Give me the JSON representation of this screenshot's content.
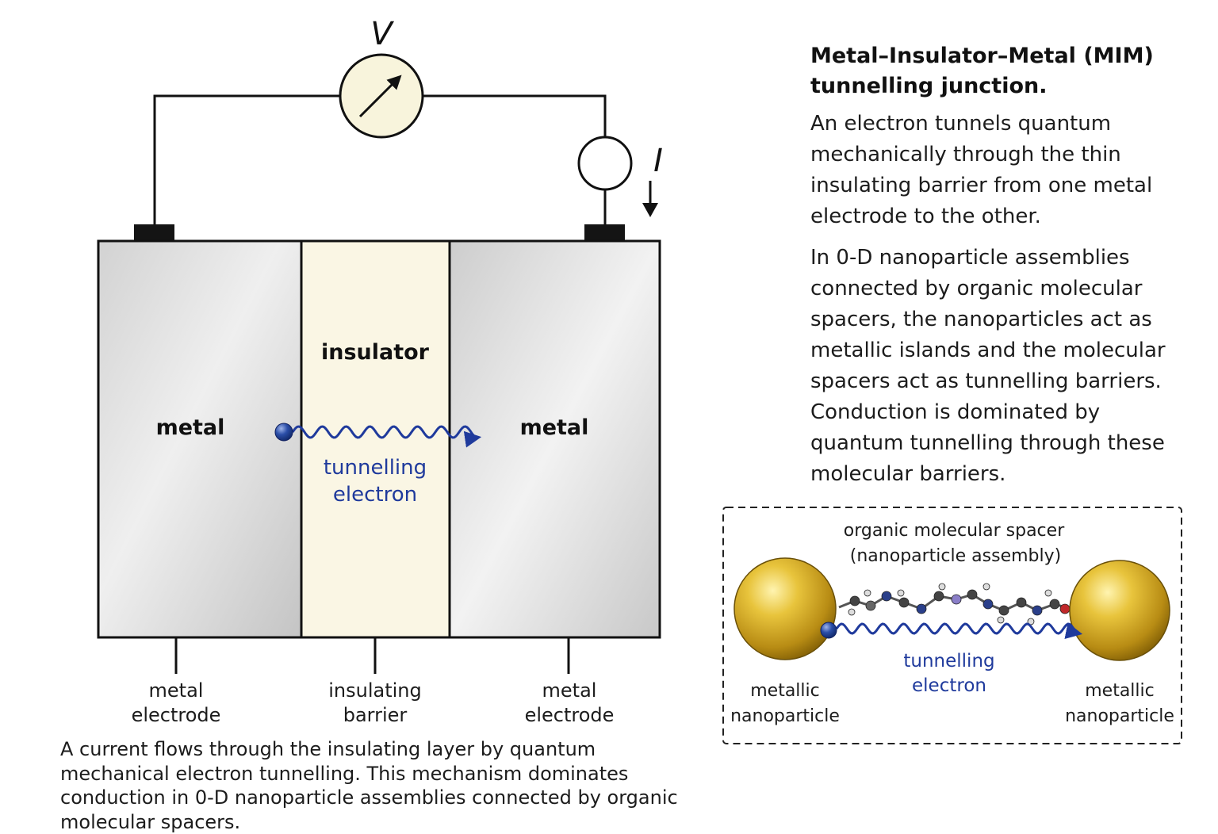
{
  "circuit": {
    "voltage_symbol": "V",
    "current_symbol": "I"
  },
  "junction": {
    "left_layer_label": "metal",
    "middle_layer_label": "insulator",
    "right_layer_label": "metal",
    "electron_label_line1": "tunnelling",
    "electron_label_line2": "electron"
  },
  "bottom_labels": {
    "left_line1": "metal",
    "left_line2": "electrode",
    "middle_line1": "insulating",
    "middle_line2": "barrier",
    "right_line1": "metal",
    "right_line2": "electrode"
  },
  "caption": "A current flows through the insulating layer by quantum mechanical electron tunnelling. This mechanism dominates conduction in 0-D nanoparticle assemblies connected by organic molecular spacers.",
  "side_panel": {
    "title": "Metal–Insulator–Metal (MIM) tunnelling junction.",
    "paragraph1": "An electron tunnels quantum mechanically through the thin insulating barrier from one metal electrode to the other.",
    "paragraph2": "In 0-D nanoparticle assemblies connected by organic molecular spacers, the nanoparticles act as metallic islands and the molecular spacers act as tunnelling barriers. Conduction is dominated by quantum tunnelling through these molecular barriers."
  },
  "inset": {
    "spacer_label_line1": "organic molecular spacer",
    "spacer_label_line2": "(nanoparticle assembly)",
    "electron_label_line1": "tunnelling",
    "electron_label_line2": "electron",
    "left_particle_line1": "metallic",
    "left_particle_line2": "nanoparticle",
    "right_particle_line1": "metallic",
    "right_particle_line2": "nanoparticle"
  },
  "colors": {
    "electron_blue": "#1f3a9c",
    "gold": "#d4ac2c",
    "insulator_fill": "#faf6e4",
    "meter_fill": "#f8f4dc"
  }
}
